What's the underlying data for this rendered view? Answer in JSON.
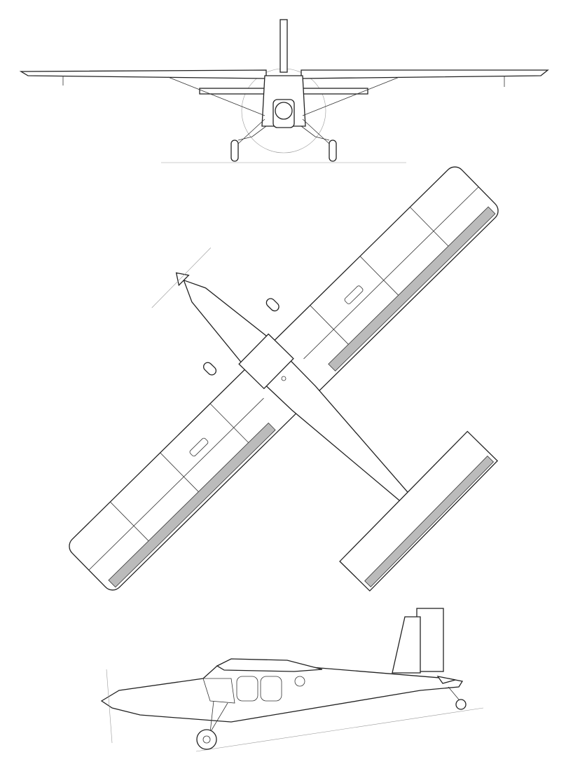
{
  "drawing": {
    "views": [
      "front",
      "top",
      "side"
    ],
    "colors": {
      "line": "#222222",
      "background": "#ffffff",
      "hatch": "#bbbbbb"
    }
  }
}
